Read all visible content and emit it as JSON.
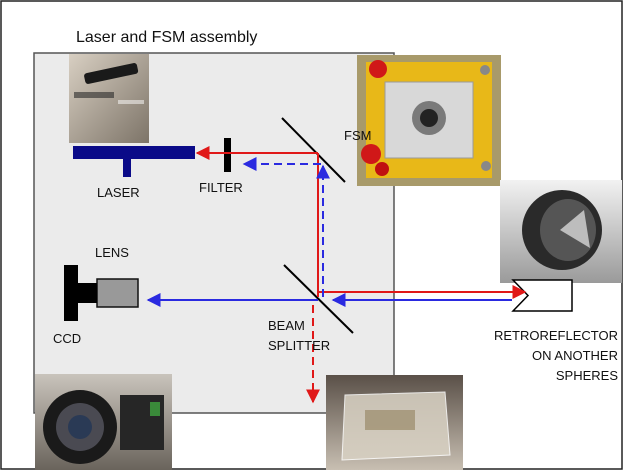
{
  "labels": {
    "assembly_title": "Laser and FSM assembly",
    "fsm": "FSM",
    "laser": "LASER",
    "filter": "FILTER",
    "lens": "LENS",
    "ccd": "CCD",
    "beam_splitter_line1": "BEAM",
    "beam_splitter_line2": "SPLITTER",
    "retroreflector_line1": "RETROREFLECTOR",
    "retroreflector_line2": "ON ANOTHER",
    "retroreflector_line3": "SPHERES"
  },
  "colors": {
    "outgoing_beam": "#e01818",
    "return_beam": "#2a2ae0",
    "laser_body": "#0a0a88",
    "panel_fill": "#ebebeb",
    "lens_fill": "#999999"
  },
  "photos": {
    "laser": "laser-photo",
    "fsm": "fsm-photo",
    "retroreflector": "retroreflector-photo",
    "ccd": "ccd-camera-photo",
    "splitter_cube": "beam-splitter-cube-photo"
  }
}
